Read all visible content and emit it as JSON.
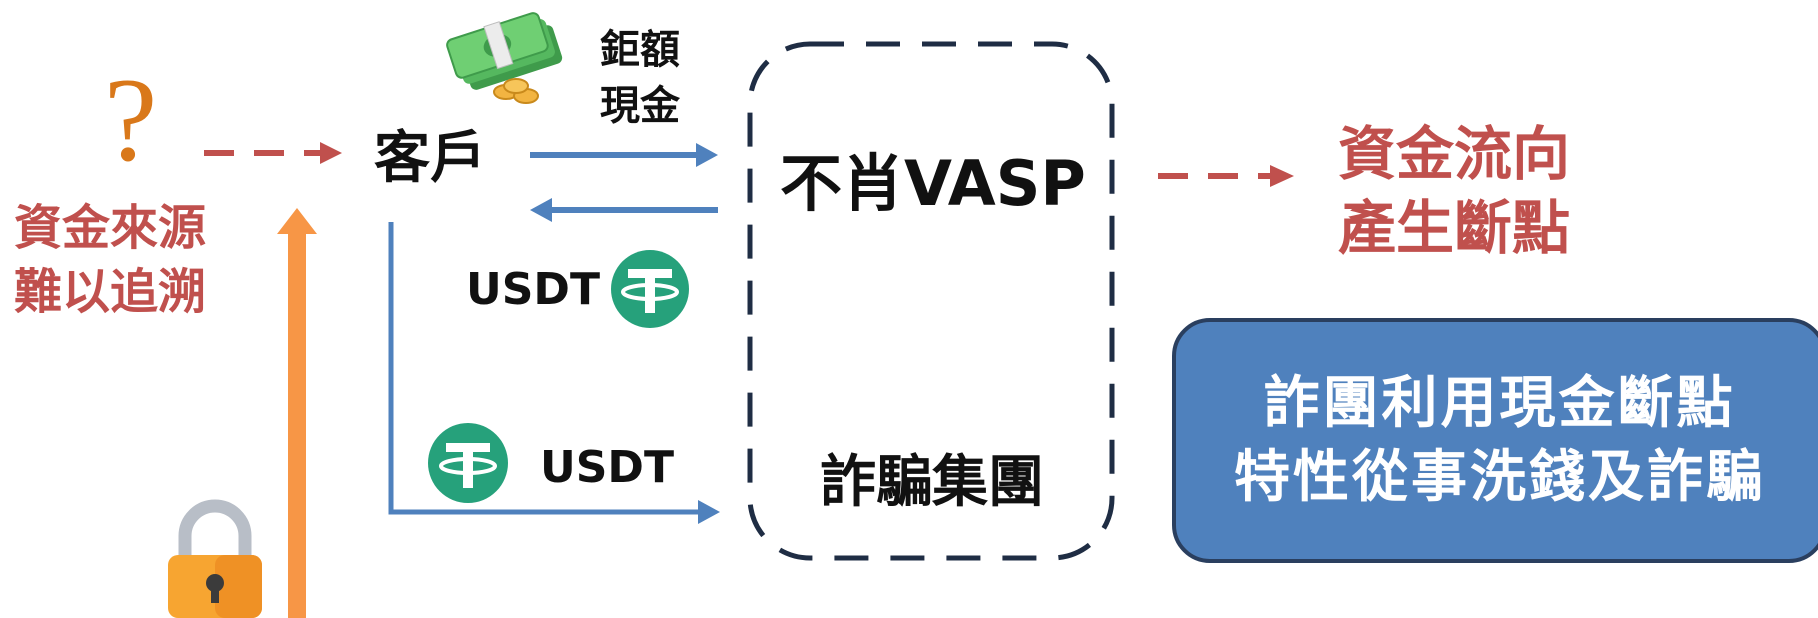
{
  "source": {
    "question_mark": "?",
    "line1": "資金來源",
    "line2": "難以追溯"
  },
  "customer_label": "客戶",
  "cash_label": {
    "line1": "鉅額",
    "line2": "現金"
  },
  "usdt_label_top": "USDT",
  "usdt_label_bottom": "USDT",
  "box": {
    "top_label": "不肖VASP",
    "bottom_label": "詐騙集團"
  },
  "destination": {
    "line1": "資金流向",
    "line2": "產生斷點"
  },
  "callout": {
    "line1": "詐團利用現金斷點",
    "line2": "特性從事洗錢及詐騙"
  },
  "colors": {
    "red": "#c0504d",
    "blue_arrow": "#4f81bd",
    "orange_arrow": "#f79646",
    "dashed_box": "#1f2d44",
    "tether_green": "#26a17b",
    "callout_fill": "#4f81bd"
  },
  "icons": [
    "money-stack-icon",
    "tether-icon",
    "padlock-icon"
  ]
}
